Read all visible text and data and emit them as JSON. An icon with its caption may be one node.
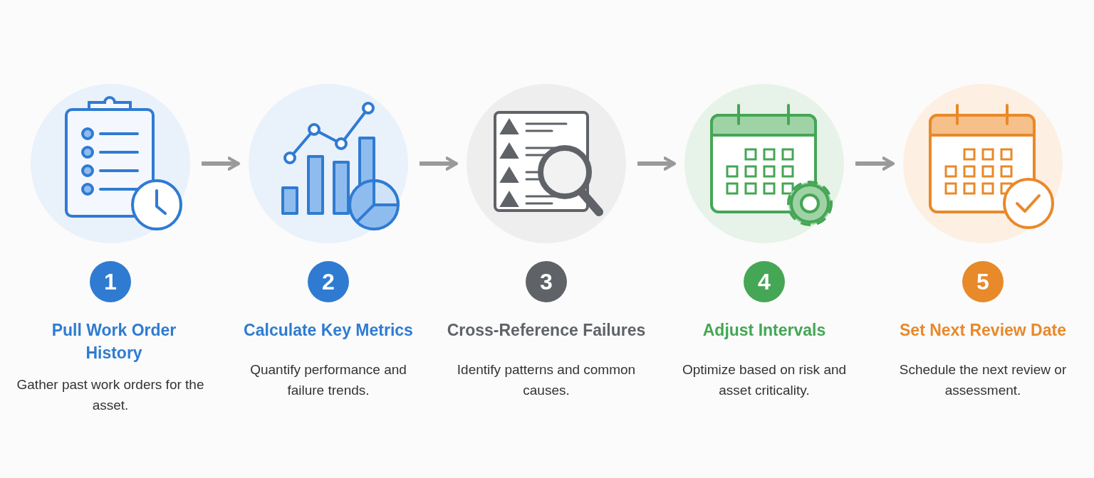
{
  "diagram": {
    "nodes": [
      {
        "text": [],
        "shape": "circle"
      },
      {
        "text": [],
        "shape": "circle"
      },
      {
        "text": [],
        "shape": "circle"
      },
      {
        "text": [],
        "shape": "circle"
      },
      {
        "text": [],
        "shape": "circle"
      },
      {
        "text": [
          "1"
        ],
        "beside": [
          "Pull Work Order History",
          "Gather past work orders for the asset."
        ]
      },
      {
        "text": [
          "2"
        ],
        "beside": [
          "Calculate Key Metrics",
          "Quantify performance and failure trends."
        ]
      },
      {
        "text": [
          "3"
        ],
        "beside": [
          "Cross-Reference Failures",
          "Identify patterns and common causes."
        ]
      },
      {
        "text": [
          "4"
        ],
        "beside": [
          "Adjust Intervals",
          "Optimize based on risk and asset criticality."
        ]
      },
      {
        "text": [
          "5"
        ],
        "beside": [
          "Set Next Review Date",
          "Schedule the next review or assessment."
        ]
      }
    ],
    "edges": [
      {
        "from": 0,
        "to": 1,
        "arrow": "to"
      },
      {
        "from": 1,
        "to": 2,
        "arrow": "to"
      },
      {
        "from": 2,
        "to": 3,
        "arrow": "to"
      },
      {
        "from": 3,
        "to": 4,
        "arrow": "to"
      }
    ]
  }
}
